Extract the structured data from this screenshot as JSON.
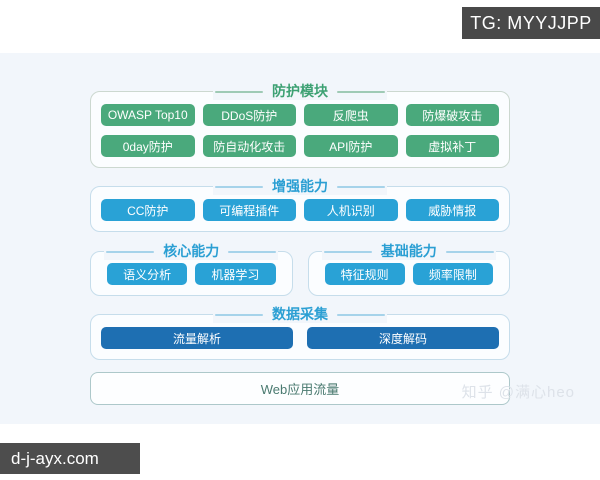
{
  "overlays": {
    "telegram_badge": "TG: MYYJJPP",
    "site_badge": "d-j-ayx.com",
    "watermark": "知乎 @满心heo"
  },
  "diagram": {
    "layers": [
      {
        "title": "防护模块",
        "items": [
          "OWASP Top10",
          "DDoS防护",
          "反爬虫",
          "防爆破攻击",
          "0day防护",
          "防自动化攻击",
          "API防护",
          "虚拟补丁"
        ]
      },
      {
        "title": "增强能力",
        "items": [
          "CC防护",
          "可编程插件",
          "人机识别",
          "威胁情报"
        ]
      },
      {
        "title": "核心能力",
        "items": [
          "语义分析",
          "机器学习"
        ]
      },
      {
        "title": "基础能力",
        "items": [
          "特征规则",
          "频率限制"
        ]
      },
      {
        "title": "数据采集",
        "items": [
          "流量解析",
          "深度解码"
        ]
      },
      {
        "title": "Web应用流量"
      }
    ],
    "colors": {
      "green_button": "#4aa97c",
      "blue_button": "#29a2d6",
      "dark_blue_button": "#1e6fb2",
      "green_title": "#3da173",
      "blue_title": "#2b9fd3",
      "panel_background": "#f2f6fb",
      "badge_background": "#494949"
    }
  }
}
